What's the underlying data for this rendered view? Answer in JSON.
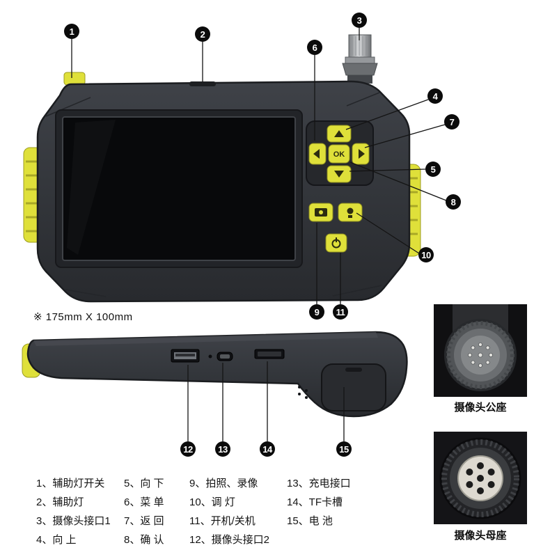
{
  "dimension_note": "※ 175mm X 100mm",
  "device": {
    "ok_label": "OK"
  },
  "callouts": [
    {
      "num": "1"
    },
    {
      "num": "2"
    },
    {
      "num": "3"
    },
    {
      "num": "4"
    },
    {
      "num": "5"
    },
    {
      "num": "6"
    },
    {
      "num": "7"
    },
    {
      "num": "8"
    },
    {
      "num": "9"
    },
    {
      "num": "10"
    },
    {
      "num": "11"
    },
    {
      "num": "12"
    },
    {
      "num": "13"
    },
    {
      "num": "14"
    },
    {
      "num": "15"
    }
  ],
  "insets": {
    "male": {
      "label": "摄像头公座"
    },
    "female": {
      "label": "摄像头母座"
    }
  },
  "legend": {
    "columns": [
      {
        "items": [
          "1、辅助灯开关",
          "2、辅助灯",
          "3、摄像头接口1",
          "4、向 上"
        ]
      },
      {
        "items": [
          "5、向 下",
          "6、菜 单",
          "7、返 回",
          "8、确 认"
        ]
      },
      {
        "items": [
          "9、拍照、录像",
          "10、调 灯",
          "11、开机/关机",
          "12、摄像头接口2"
        ]
      },
      {
        "items": [
          "13、充电接口",
          "14、TF卡槽",
          "15、电 池"
        ]
      }
    ]
  },
  "colors": {
    "body": "#33363b",
    "accent_yellow": "#dfe03a",
    "callout_bg": "#0b0b0b"
  }
}
